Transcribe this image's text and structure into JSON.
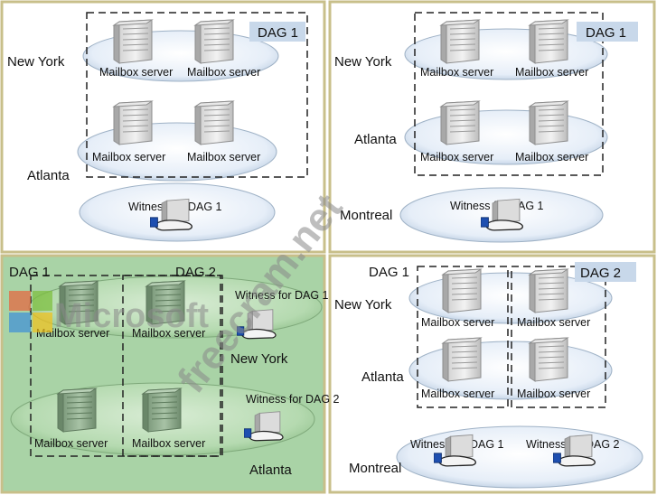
{
  "quadrants": {
    "top_left": {
      "dag_label": "DAG 1",
      "locations": [
        "New York",
        "Atlanta"
      ],
      "servers": [
        "Mailbox server",
        "Mailbox server",
        "Mailbox server",
        "Mailbox server"
      ],
      "witness": "Witness for DAG 1"
    },
    "top_right": {
      "dag_label": "DAG 1",
      "locations": [
        "New York",
        "Atlanta",
        "Montreal"
      ],
      "servers": [
        "Mailbox server",
        "Mailbox server",
        "Mailbox server",
        "Mailbox server"
      ],
      "witness": "Witness for DAG 1"
    },
    "bottom_left": {
      "dag_labels": [
        "DAG 1",
        "DAG 2"
      ],
      "locations": [
        "New York",
        "Atlanta"
      ],
      "servers": [
        "Mailbox server",
        "Mailbox server",
        "Mailbox server",
        "Mailbox server"
      ],
      "witness_1": "Witness for DAG 1",
      "witness_2": "Witness for DAG 2"
    },
    "bottom_right": {
      "dag_labels": [
        "DAG 1",
        "DAG 2"
      ],
      "locations": [
        "New York",
        "Atlanta",
        "Montreal"
      ],
      "servers": [
        "Mailbox server",
        "Mailbox server",
        "Mailbox server",
        "Mailbox server"
      ],
      "witness_1": "Witness for DAG 1",
      "witness_2": "Witness for DAG 2"
    }
  },
  "watermark": {
    "brand": "Microsoft",
    "site": "freecram.net"
  },
  "colors": {
    "border": "#c8bf8a",
    "green_bg": "#a9d3a6",
    "ellipse_fill": "#dbe8f4",
    "ellipse_stroke": "#9fb2c6"
  }
}
